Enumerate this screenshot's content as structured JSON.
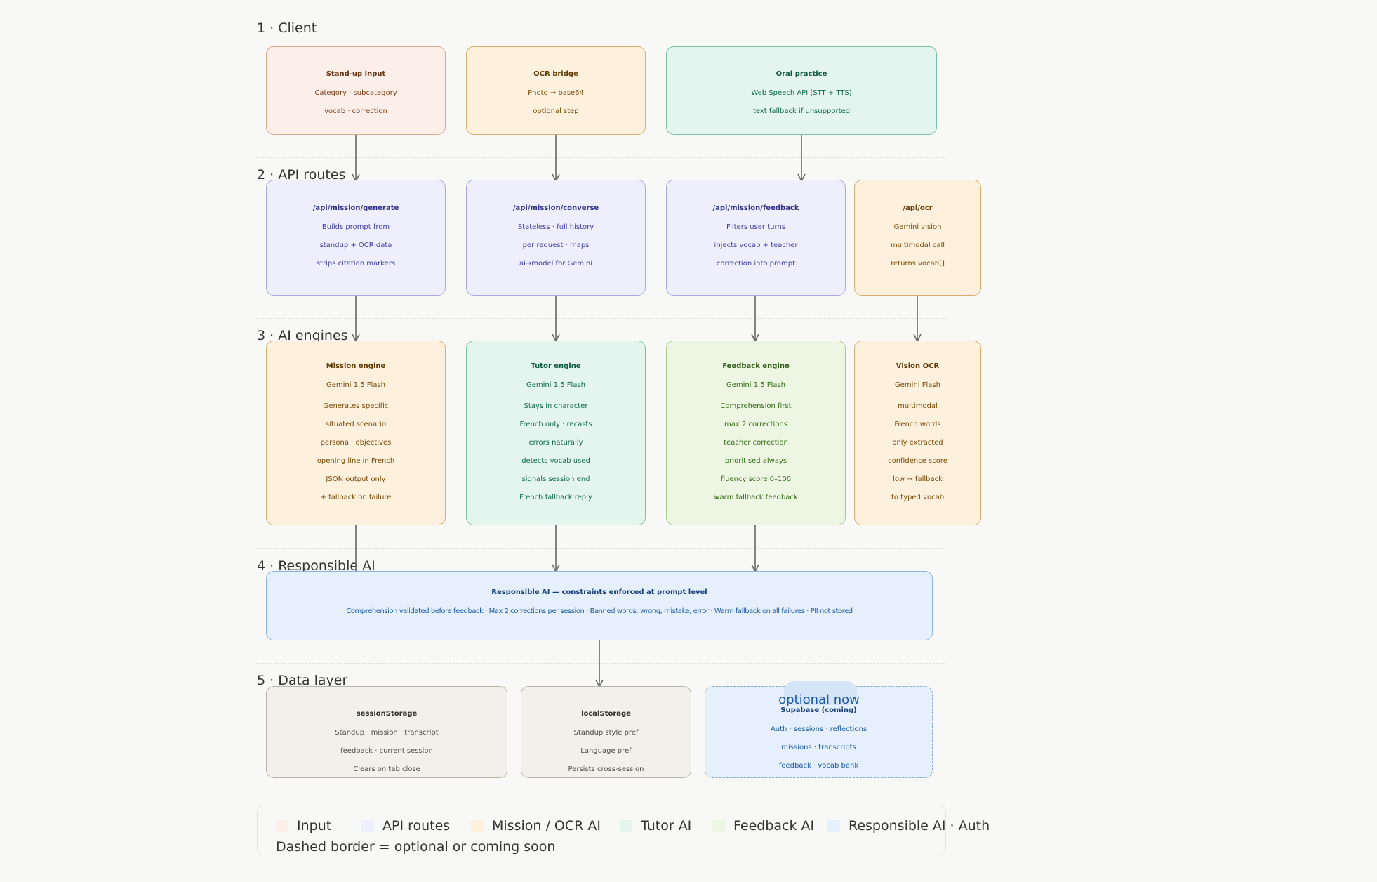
{
  "layers": [
    "1 · Client",
    "2 · API routes",
    "3 · AI engines",
    "4 · Responsible AI",
    "5 · Data layer"
  ],
  "client": {
    "standup": {
      "title": "Stand-up input",
      "lines": [
        "Category · subcategory",
        "vocab · correction"
      ]
    },
    "ocr_bridge": {
      "title": "OCR bridge",
      "lines": [
        "Photo → base64",
        "optional step"
      ]
    },
    "oral": {
      "title": "Oral practice",
      "lines": [
        "Web Speech API (STT + TTS)",
        "text fallback if unsupported"
      ]
    }
  },
  "api": {
    "generate": {
      "title": "/api/mission/generate",
      "lines": [
        "Builds prompt from",
        "standup + OCR data",
        "strips citation markers"
      ]
    },
    "converse": {
      "title": "/api/mission/converse",
      "lines": [
        "Stateless · full history",
        "per request · maps",
        "ai→model for Gemini"
      ]
    },
    "feedback": {
      "title": "/api/mission/feedback",
      "lines": [
        "Filters user turns",
        "injects vocab + teacher",
        "correction into prompt"
      ]
    },
    "ocr": {
      "title": "/api/ocr",
      "lines": [
        "Gemini vision",
        "multimodal call",
        "returns vocab[]"
      ]
    }
  },
  "engines": {
    "mission": {
      "title": "Mission engine",
      "model": "Gemini 1.5 Flash",
      "lines": [
        "Generates specific",
        "situated scenario",
        "persona · objectives",
        "opening line in French",
        "JSON output only",
        "+ fallback on failure"
      ]
    },
    "tutor": {
      "title": "Tutor engine",
      "model": "Gemini 1.5 Flash",
      "lines": [
        "Stays in character",
        "French only · recasts",
        "errors naturally",
        "detects vocab used",
        "signals session end",
        "French fallback reply"
      ]
    },
    "feedback": {
      "title": "Feedback engine",
      "model": "Gemini 1.5 Flash",
      "lines": [
        "Comprehension first",
        "max 2 corrections",
        "teacher correction",
        "prioritised always",
        "fluency score 0–100",
        "warm fallback feedback"
      ]
    },
    "vision": {
      "title": "Vision OCR",
      "model": "Gemini Flash",
      "lines": [
        "multimodal",
        "French words",
        "only extracted",
        "confidence score",
        "low → fallback",
        "to typed vocab"
      ]
    }
  },
  "responsible": {
    "title": "Responsible AI — constraints enforced at prompt level",
    "line": "Comprehension validated before feedback · Max 2 corrections per session · Banned words: wrong, mistake, error · Warm fallback on all failures · PII not stored"
  },
  "data": {
    "session": {
      "title": "sessionStorage",
      "lines": [
        "Standup · mission · transcript",
        "feedback · current session",
        "Clears on tab close"
      ]
    },
    "local": {
      "title": "localStorage",
      "lines": [
        "Standup style pref",
        "Language pref",
        "Persists cross-session"
      ]
    },
    "supabase": {
      "badge": "optional now",
      "title": "Supabase (coming)",
      "lines": [
        "Auth · sessions · reflections",
        "missions · transcripts",
        "feedback · vocab bank"
      ]
    }
  },
  "legend": {
    "items": [
      {
        "label": "Input",
        "color": "#fcefea"
      },
      {
        "label": "API routes",
        "color": "#eeeefc"
      },
      {
        "label": "Mission / OCR AI",
        "color": "#fdf0dd"
      },
      {
        "label": "Tutor AI",
        "color": "#e3f5ee"
      },
      {
        "label": "Feedback AI",
        "color": "#ecf6e2"
      },
      {
        "label": "Responsible AI · Auth",
        "color": "#e5f0fc"
      }
    ],
    "note": "Dashed border = optional or coming soon"
  }
}
